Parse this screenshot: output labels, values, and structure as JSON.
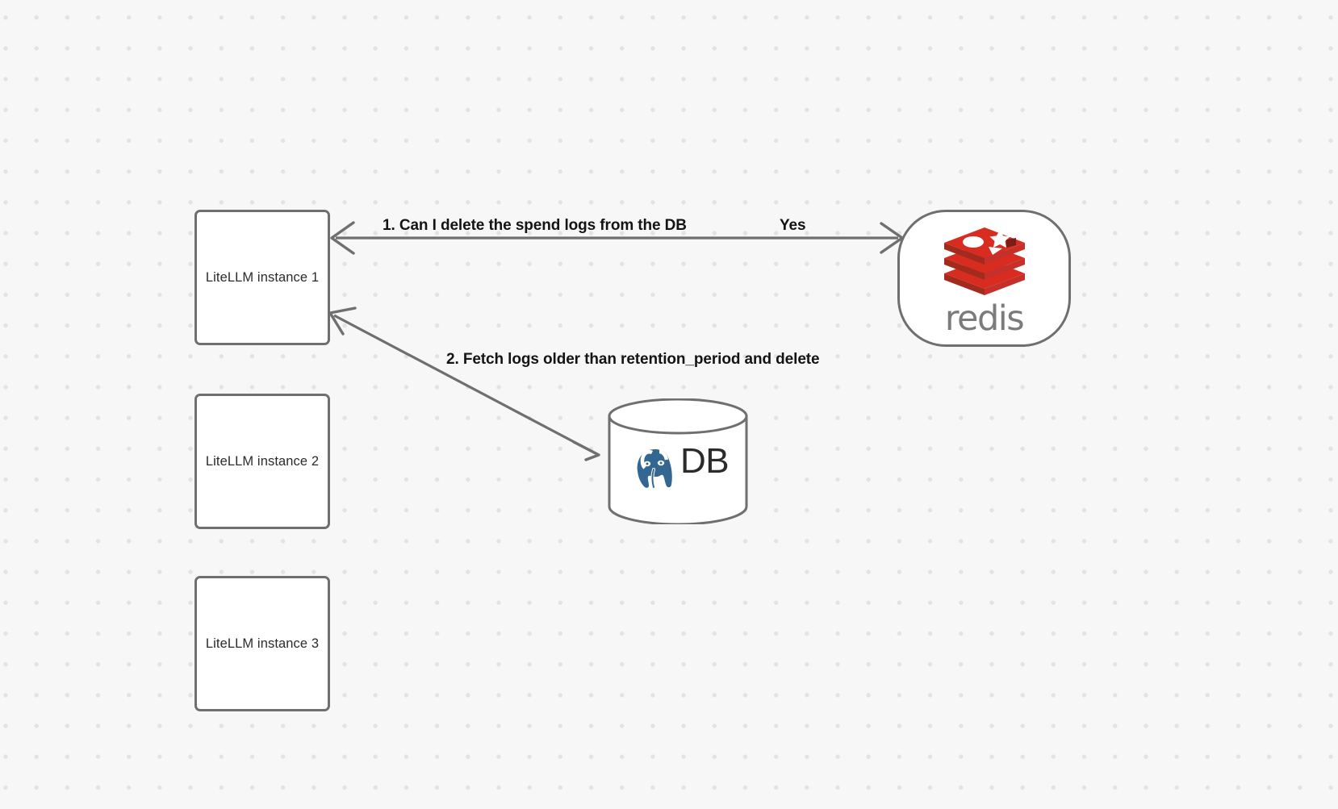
{
  "canvas": {
    "background_color": "#f7f7f7",
    "dot_color": "#e3e3e4"
  },
  "nodes": {
    "instances": [
      {
        "id": "litellm-1",
        "label": "LiteLLM instance 1"
      },
      {
        "id": "litellm-2",
        "label": "LiteLLM instance 2"
      },
      {
        "id": "litellm-3",
        "label": "LiteLLM instance 3"
      }
    ],
    "redis": {
      "id": "redis",
      "wordmark": "redis",
      "logo_color": "#d82c20",
      "logo_color_dark": "#a32b1e",
      "wordmark_color": "#7b7b7b"
    },
    "database": {
      "id": "postgres-db",
      "label": "DB",
      "logo_color": "#336791"
    }
  },
  "edges": [
    {
      "id": "edge-1",
      "label": "1.  Can I delete the spend logs from the DB",
      "from": "litellm-1",
      "to": "redis"
    },
    {
      "id": "edge-1-reply",
      "label": "Yes",
      "from": "redis",
      "to": "litellm-1"
    },
    {
      "id": "edge-2",
      "label": "2.  Fetch logs older than retention_period and delete",
      "from": "litellm-1",
      "to": "postgres-db"
    }
  ]
}
